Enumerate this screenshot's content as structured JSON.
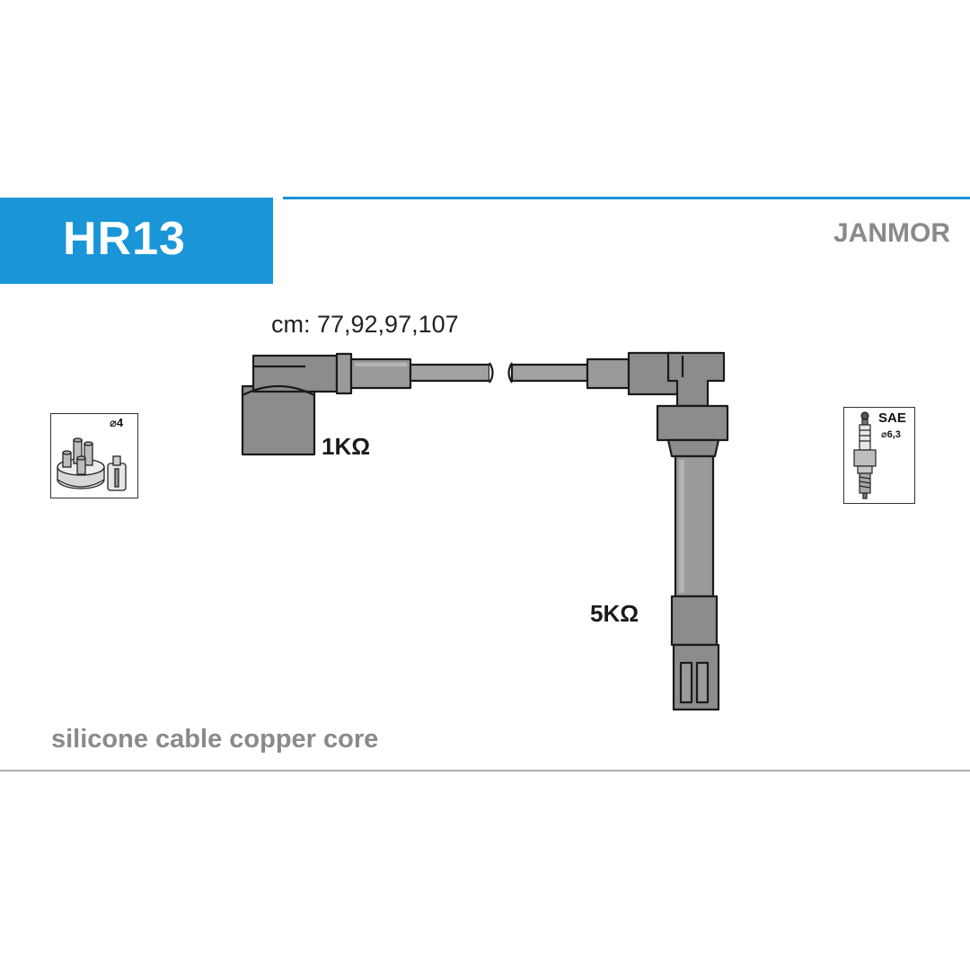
{
  "header": {
    "code": "HR13",
    "brand": "JANMOR"
  },
  "diagram": {
    "lengths_label": "cm: 77,92,97,107",
    "resistance_left": "1KΩ",
    "resistance_right": "5KΩ",
    "distributor_diameter": "⌀4",
    "plug_standard": "SAE",
    "plug_diameter": "⌀6,3"
  },
  "footer": {
    "description": "silicone cable copper core"
  },
  "colors": {
    "accent": "#1a95d8",
    "boot_fill": "#8c8c8c",
    "cable_fill": "#9a9a9a",
    "outline": "#1a1a1a",
    "muted_text": "#8a8a8a"
  }
}
